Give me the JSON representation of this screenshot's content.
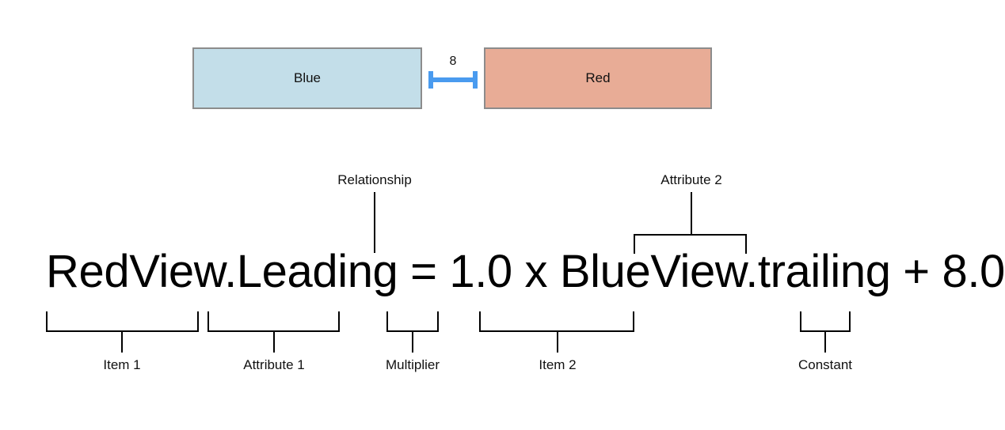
{
  "diagram": {
    "title_alt": "Auto Layout constraint equation anatomy",
    "colors": {
      "blue_fill": "#c3dee9",
      "red_fill": "#e8ac96",
      "box_border": "#8c8c8c",
      "spacing_accent": "#4a9bef",
      "line": "#000000",
      "background": "#ffffff"
    }
  },
  "views": {
    "blue": {
      "label": "Blue"
    },
    "red": {
      "label": "Red"
    },
    "spacing": {
      "value": "8"
    }
  },
  "equation": {
    "full_text": "RedView.Leading = 1.0 x BlueView.trailing + 8.0",
    "tokens": [
      {
        "key": "item1",
        "text": "RedView"
      },
      {
        "key": "attribute1",
        "text": ".Leading"
      },
      {
        "key": "sp1",
        "text": " "
      },
      {
        "key": "relationship",
        "text": "="
      },
      {
        "key": "sp2",
        "text": " "
      },
      {
        "key": "multiplier",
        "text": "1.0"
      },
      {
        "key": "sp3",
        "text": " "
      },
      {
        "key": "times",
        "text": "x"
      },
      {
        "key": "sp4",
        "text": " "
      },
      {
        "key": "item2",
        "text": "BlueView"
      },
      {
        "key": "attribute2",
        "text": ".trailing"
      },
      {
        "key": "sp5",
        "text": " "
      },
      {
        "key": "plus",
        "text": "+"
      },
      {
        "key": "sp6",
        "text": " "
      },
      {
        "key": "constant",
        "text": "8.0"
      }
    ]
  },
  "callouts": {
    "above": [
      {
        "key": "relationship",
        "label": "Relationship"
      },
      {
        "key": "attribute2",
        "label": "Attribute 2"
      }
    ],
    "below": [
      {
        "key": "item1",
        "label": "Item 1"
      },
      {
        "key": "attribute1",
        "label": "Attribute 1"
      },
      {
        "key": "multiplier",
        "label": "Multiplier"
      },
      {
        "key": "item2",
        "label": "Item 2"
      },
      {
        "key": "constant",
        "label": "Constant"
      }
    ]
  }
}
